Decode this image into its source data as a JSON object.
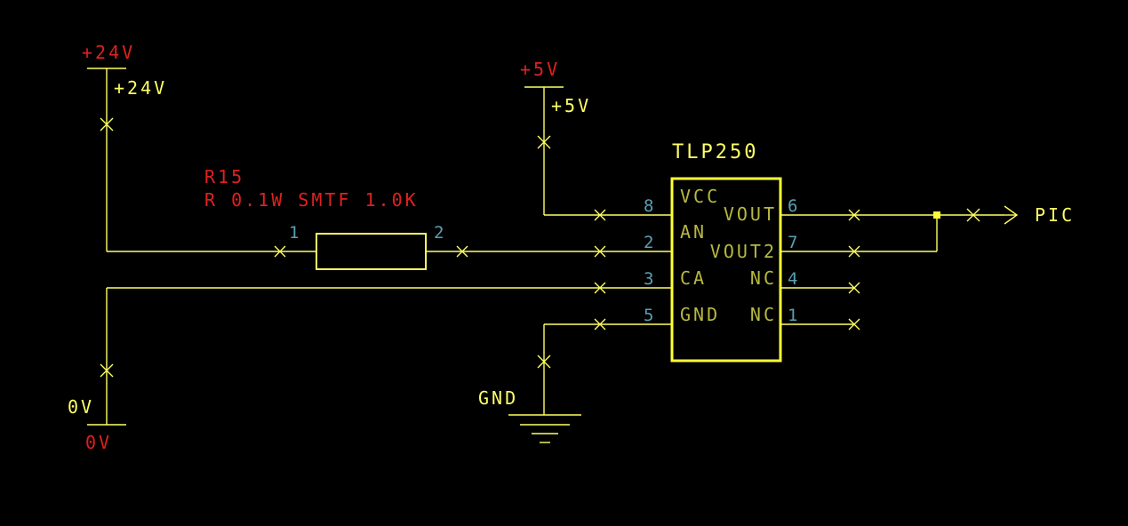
{
  "power": {
    "v24_top": "+24V",
    "v24_net": "+24V",
    "v5_top": "+5V",
    "v5_net": "+5V",
    "zero_net": "0V",
    "zero_bottom": "0V",
    "gnd": "GND"
  },
  "resistor": {
    "ref": "R15",
    "value": "R 0.1W SMTF 1.0K",
    "pin1": "1",
    "pin2": "2"
  },
  "ic": {
    "name": "TLP250",
    "pins_left": [
      {
        "num": "8",
        "label": "VCC"
      },
      {
        "num": "2",
        "label": "AN"
      },
      {
        "num": "3",
        "label": "CA"
      },
      {
        "num": "5",
        "label": "GND"
      }
    ],
    "pins_right": [
      {
        "num": "6",
        "label": "VOUT"
      },
      {
        "num": "7",
        "label": "VOUT2"
      },
      {
        "num": "4",
        "label": "NC"
      },
      {
        "num": "1",
        "label": "NC"
      }
    ]
  },
  "output_port": "PIC",
  "colors": {
    "background": "#000000",
    "wire": "#ffff66",
    "power_label": "#e02020",
    "pin_label": "#b8b840",
    "pin_number": "#5aa0b4"
  }
}
